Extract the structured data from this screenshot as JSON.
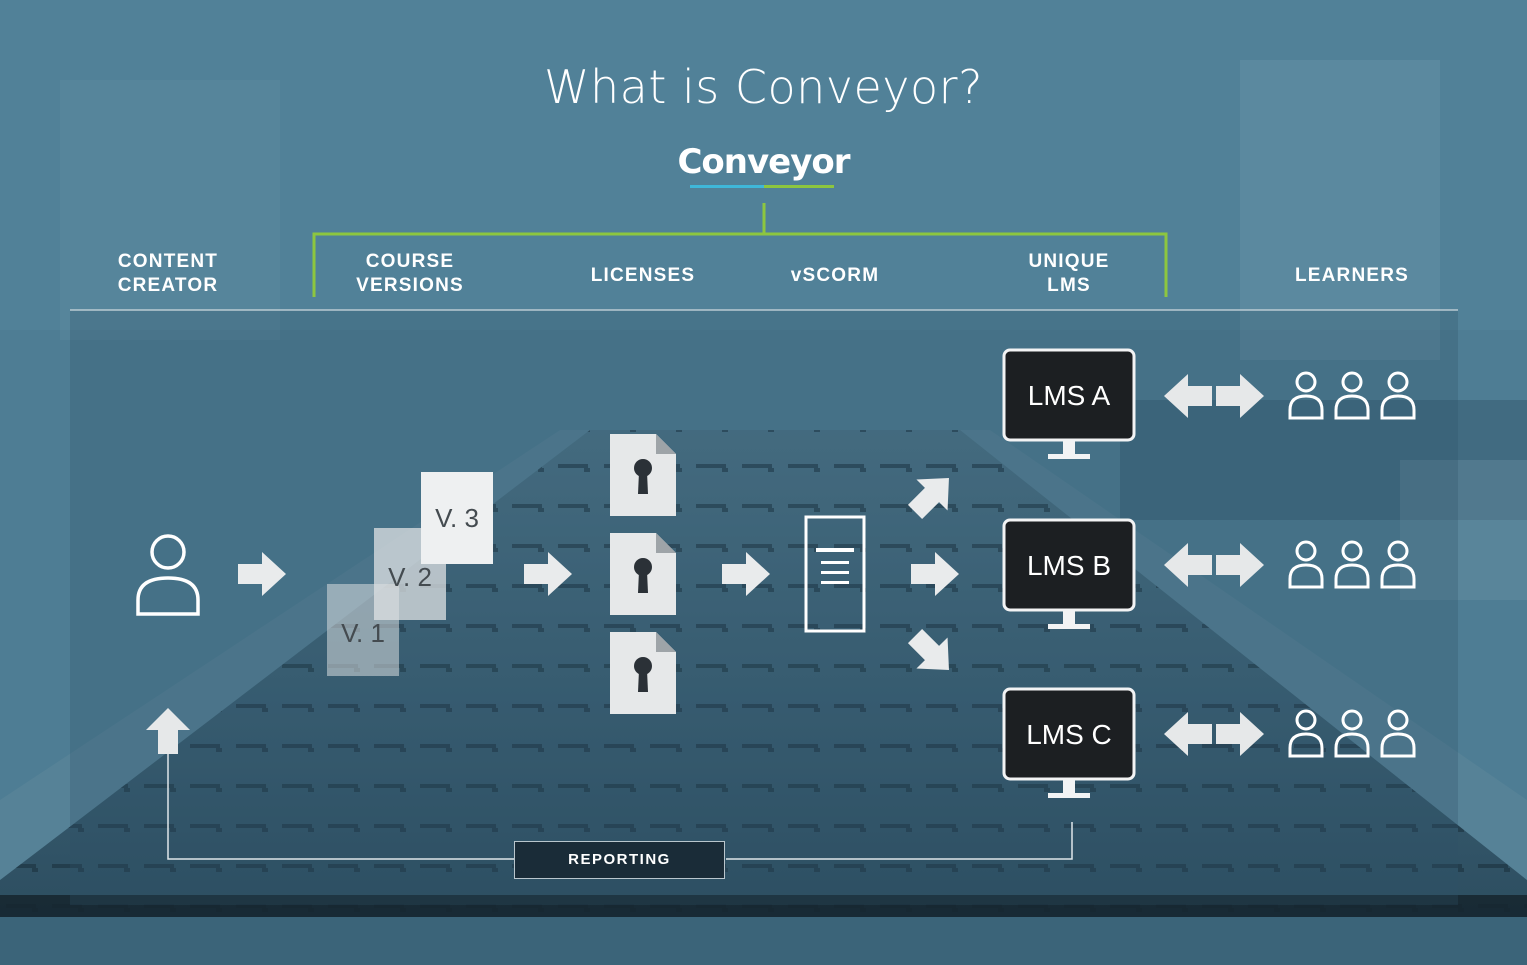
{
  "header": {
    "title": "What is Conveyor?",
    "logo_text": "Conveyor"
  },
  "columns": {
    "content_creator": [
      "CONTENT",
      "CREATOR"
    ],
    "course_versions": [
      "COURSE",
      "VERSIONS"
    ],
    "licenses": "LICENSES",
    "vscorm": "vSCORM",
    "unique_lms": [
      "UNIQUE",
      "LMS"
    ],
    "learners": "LEARNERS"
  },
  "versions": [
    "V. 1",
    "V. 2",
    "V. 3"
  ],
  "lms": [
    "LMS A",
    "LMS B",
    "LMS C"
  ],
  "reporting_label": "REPORTING",
  "colors": {
    "bracket_green": "#8dc63f",
    "logo_underline_blue": "#3fb7d9",
    "icon_white": "#ffffff",
    "card_gray": "#e6e8e9",
    "monitor_dark": "#1c1f22"
  }
}
